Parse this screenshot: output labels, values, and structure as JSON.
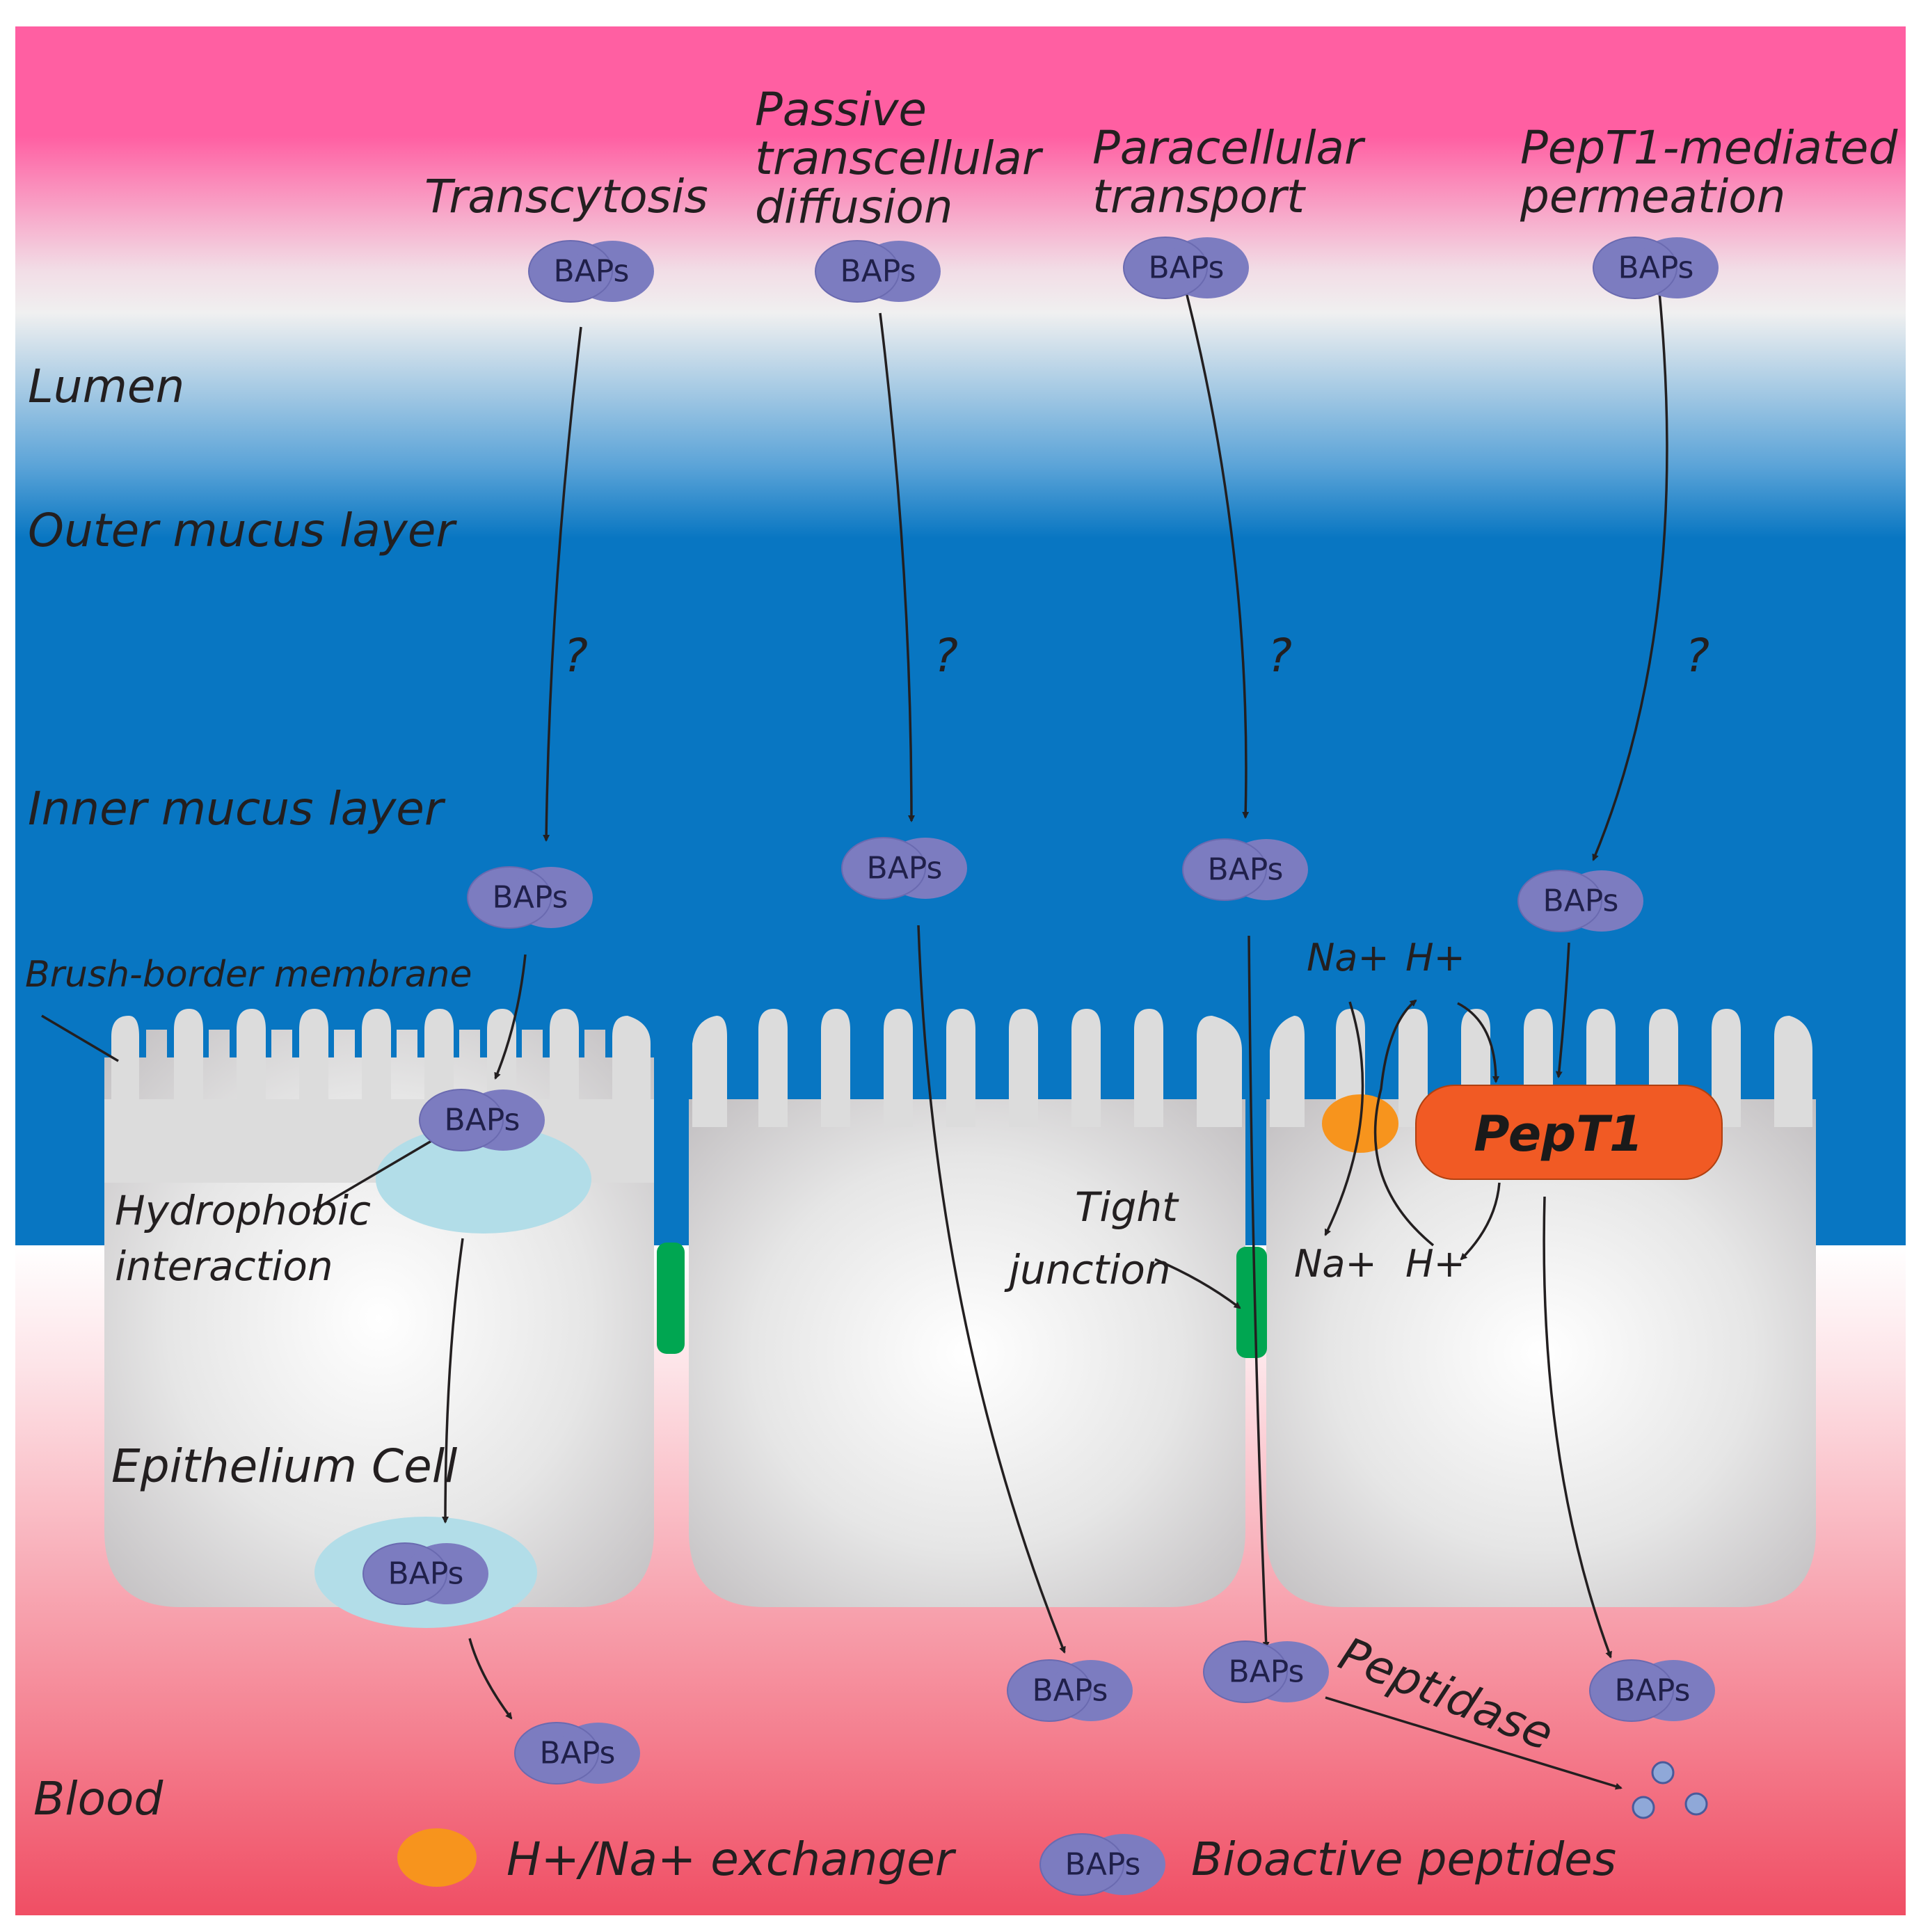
{
  "pathways": {
    "transcytosis": "Transcytosis",
    "passive_line1": "Passive",
    "passive_line2": "transcellular",
    "passive_line3": "diffusion",
    "paracellular_line1": "Paracellular",
    "paracellular_line2": "transport",
    "pept1_line1": "PepT1-mediated",
    "pept1_line2": "permeation"
  },
  "layers": {
    "lumen": "Lumen",
    "outer_mucus": "Outer mucus layer",
    "inner_mucus": "Inner mucus layer",
    "brush_border": "Brush-border membrane",
    "epithelium": "Epithelium Cell",
    "blood": "Blood"
  },
  "annotations": {
    "question": "?",
    "hydrophobic_line1": "Hydrophobic",
    "hydrophobic_line2": "interaction",
    "tight_line1": "Tight",
    "tight_line2": "junction",
    "peptidase": "Peptidase",
    "pept1": "PepT1",
    "na": "Na+",
    "h": "H+"
  },
  "bap_label": "BAPs",
  "legend": {
    "exchanger": "H+/Na+ exchanger",
    "bioactive": "Bioactive peptides"
  },
  "colors": {
    "lumen_pink": "#ff5fa2",
    "mucus_blue": "#0876c2",
    "blood_red": "#f04e64",
    "cell_gray": "#dcdcdc",
    "bap_purple": "#7c7cc0",
    "vesicle": "#b2dde8",
    "tight_junction": "#00a651",
    "exchanger": "#f7941d",
    "pept1": "#f15a24"
  }
}
